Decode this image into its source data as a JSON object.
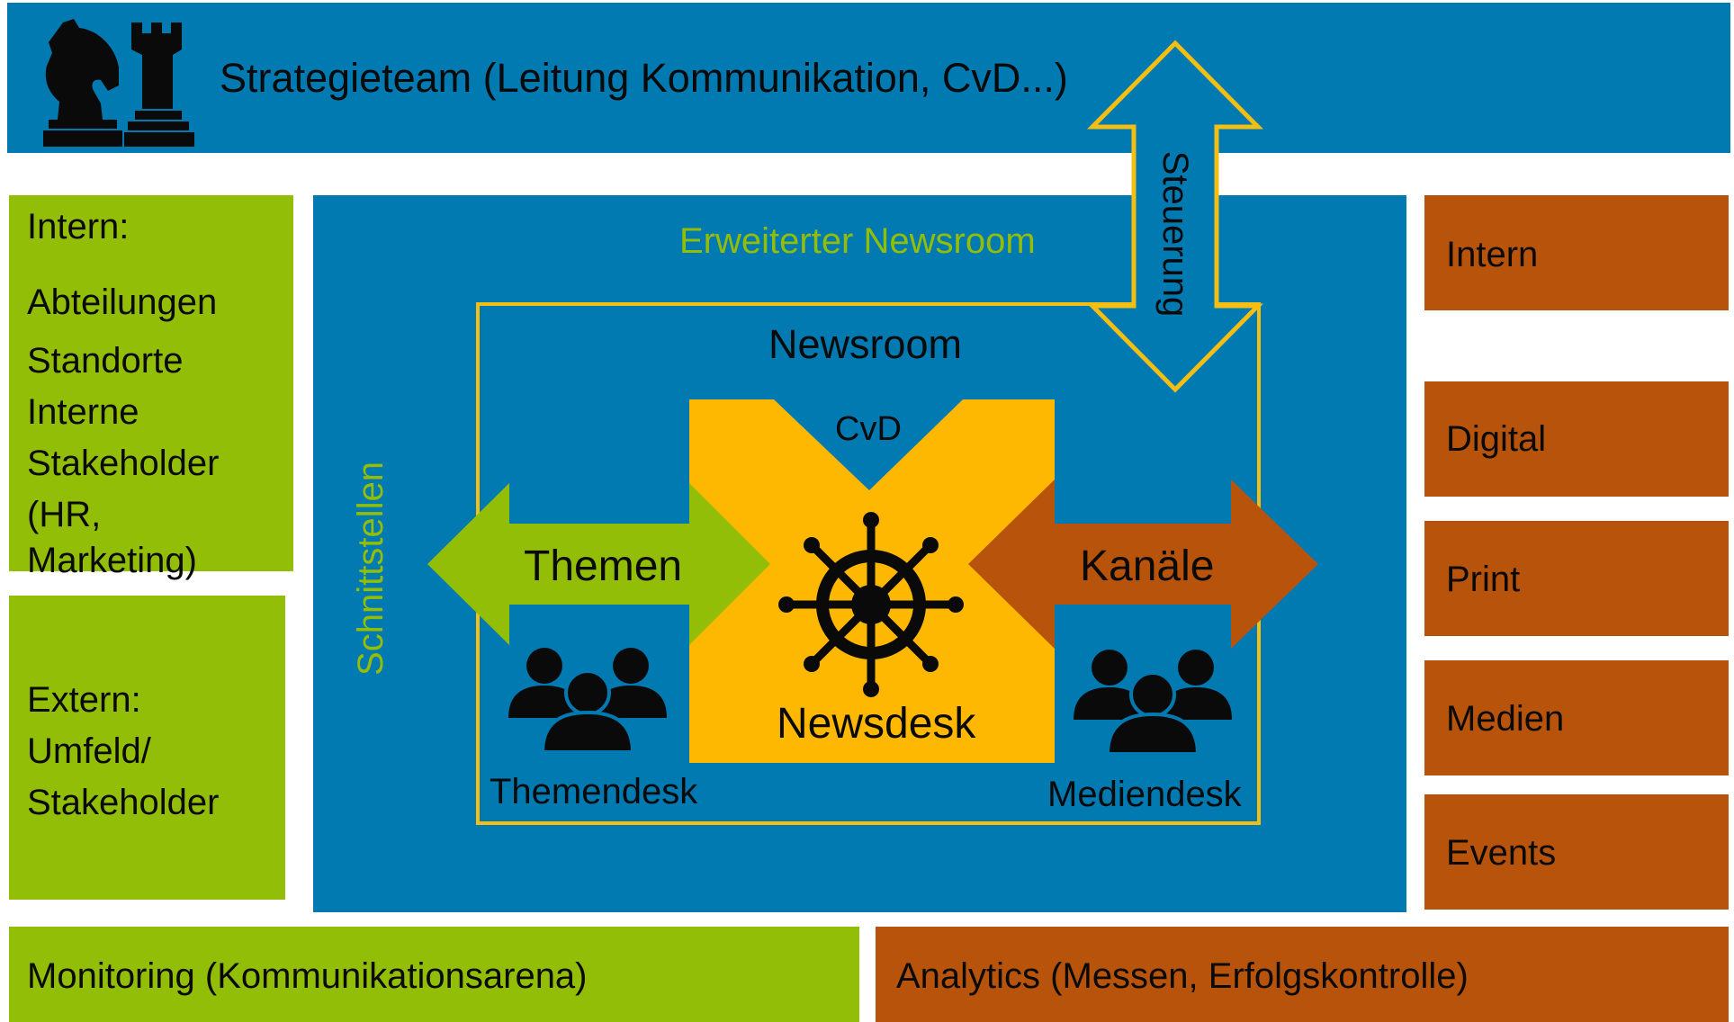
{
  "colors": {
    "blue": "#0179B1",
    "green": "#93BE07",
    "orange": "#B8530B",
    "yellow": "#FEB802",
    "outline_yellow": "#F4BE12",
    "black": "#0A0A0A"
  },
  "header": {
    "title": "Strategieteam (Leitung Kommunikation, CvD...)",
    "icon": "chess-knight-rook-icon"
  },
  "steering": {
    "label": "Steuerung"
  },
  "left_panels": {
    "intern_heading": "Intern:",
    "intern_lines": [
      "Abteilungen",
      "Standorte",
      "Interne",
      "Stakeholder",
      "(HR,",
      "Marketing)"
    ],
    "extern_lines": [
      "Extern:",
      "Umfeld/",
      "Stakeholder"
    ]
  },
  "center": {
    "extended_title": "Erweiterter Newsroom",
    "interfaces_label": "Schnittstellen",
    "newsroom_title": "Newsroom",
    "cvd_label": "CvD",
    "newsdesk_label": "Newsdesk",
    "newsdesk_icon": "ship-wheel-icon",
    "topics_arrow": "Themen",
    "channels_arrow": "Kanäle",
    "topic_desk": "Themendesk",
    "media_desk": "Mediendesk",
    "people_icon": "people-group-icon"
  },
  "channels": [
    "Intern",
    "Digital",
    "Print",
    "Medien",
    "Events"
  ],
  "footer": {
    "monitoring": "Monitoring (Kommunikationsarena)",
    "analytics": "Analytics (Messen, Erfolgskontrolle)"
  }
}
